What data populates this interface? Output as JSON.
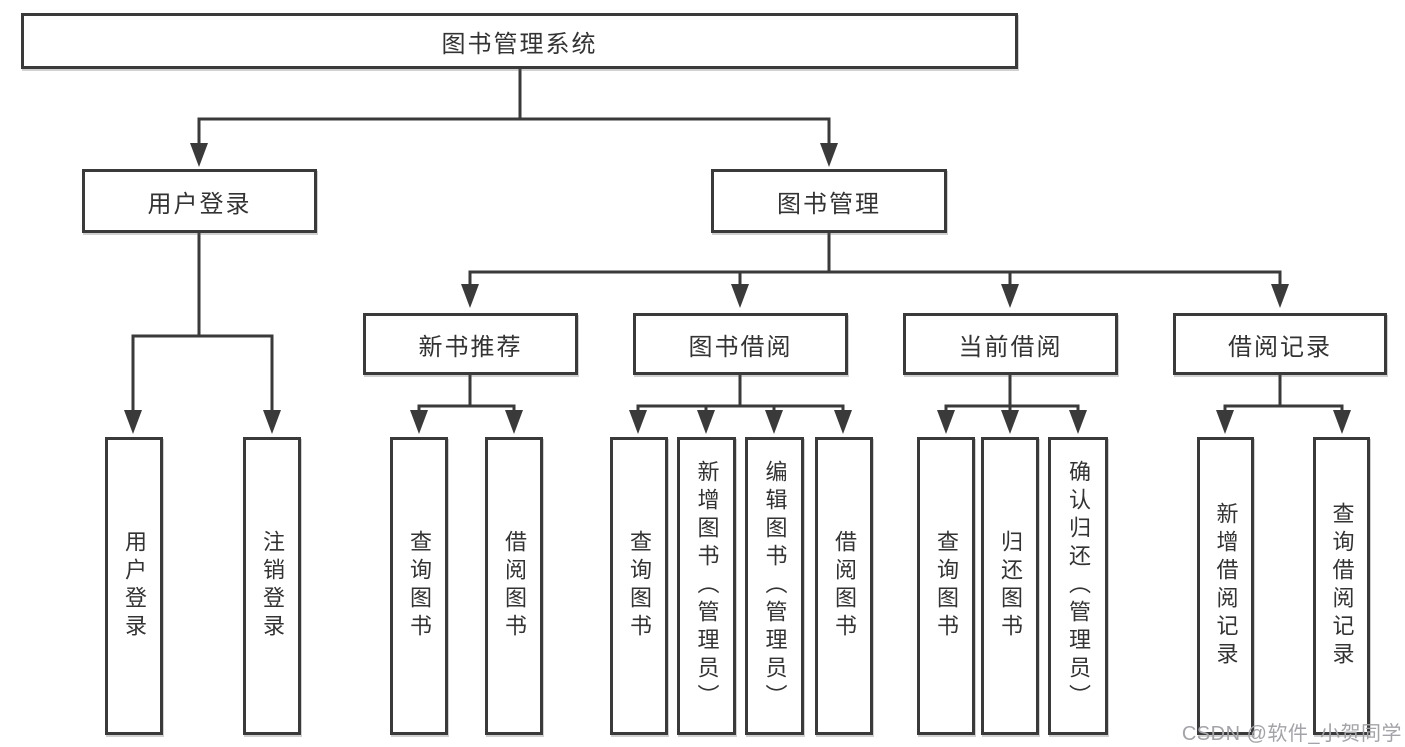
{
  "diagram": {
    "tree": {
      "root": {
        "label": "图书管理系统"
      },
      "children": [
        {
          "label": "用户登录",
          "children": [
            {
              "label": "用户登录"
            },
            {
              "label": "注销登录"
            }
          ]
        },
        {
          "label": "图书管理",
          "children": [
            {
              "label": "新书推荐",
              "children": [
                {
                  "label": "查询图书"
                },
                {
                  "label": "借阅图书"
                }
              ]
            },
            {
              "label": "图书借阅",
              "children": [
                {
                  "label": "查询图书"
                },
                {
                  "label": "新增图书（管理员）"
                },
                {
                  "label": "编辑图书（管理员）"
                },
                {
                  "label": "借阅图书"
                }
              ]
            },
            {
              "label": "当前借阅",
              "children": [
                {
                  "label": "查询图书"
                },
                {
                  "label": "归还图书"
                },
                {
                  "label": "确认归还（管理员）"
                }
              ]
            },
            {
              "label": "借阅记录",
              "children": [
                {
                  "label": "新增借阅记录"
                },
                {
                  "label": "查询借阅记录"
                }
              ]
            }
          ]
        }
      ]
    }
  },
  "watermark": {
    "text": "CSDN @软件_小贺同学"
  },
  "colors": {
    "line": "#3a3a3a",
    "text": "#333333",
    "watermark": "#a3a3a9",
    "background": "#ffffff"
  }
}
